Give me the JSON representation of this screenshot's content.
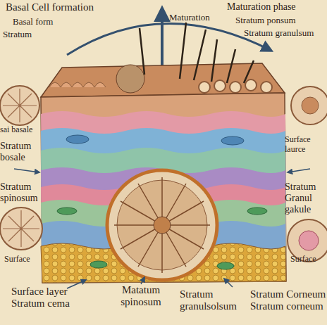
{
  "diagram": {
    "labels": [
      "Basal Cell formation",
      "Basal form",
      "Stratum",
      "Maturation",
      "Maturation phase",
      "Stratum ponsum",
      "Stratum granulsum",
      "sai basale",
      "Stratum bosale",
      "Stratum spinosum",
      "Surface laurce",
      "Stratum Granul gakule",
      "Surface",
      "Surface layer Stratum cema",
      "Matatum spinosum",
      "Stratum granulsolsum",
      "Stratum Corneum Stratum corneum",
      "Surface"
    ]
  }
}
